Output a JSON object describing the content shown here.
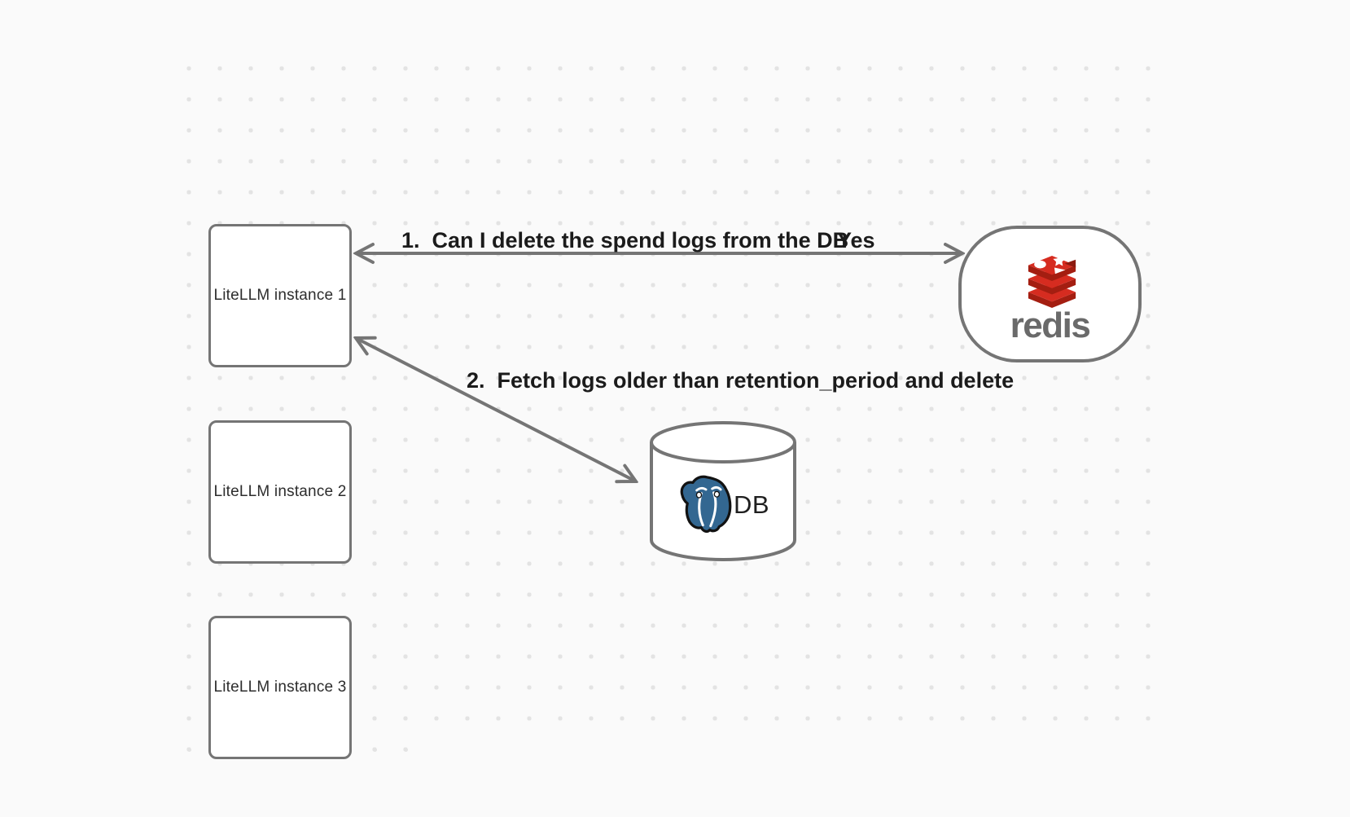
{
  "diagram": {
    "instances": [
      {
        "label": "LiteLLM instance 1"
      },
      {
        "label": "LiteLLM instance 2"
      },
      {
        "label": "LiteLLM instance 3"
      }
    ],
    "redis": {
      "wordmark": "redis"
    },
    "database": {
      "label": "DB"
    },
    "arrow1": {
      "label": "1.  Can I delete the spend logs from the DB",
      "answer": "Yes"
    },
    "arrow2": {
      "label": "2.  Fetch logs older than retention_period and delete"
    }
  },
  "colors": {
    "background": "#fafafa",
    "grid_dot": "#e3e3e3",
    "shape_stroke": "#757575",
    "label_text": "#1b1b1b",
    "redis_red": "#d62c20",
    "redis_dark_red": "#a41e11",
    "postgres_blue": "#336791"
  }
}
